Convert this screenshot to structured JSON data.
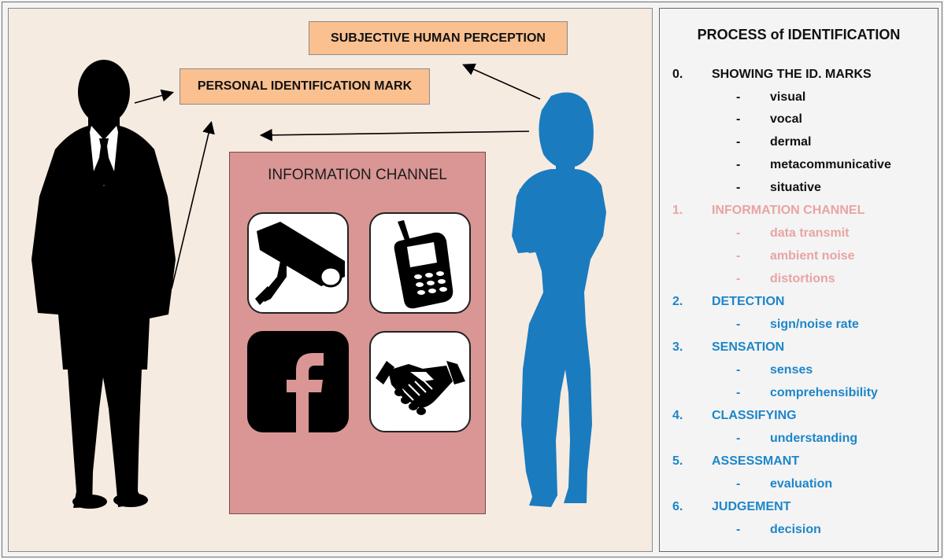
{
  "labels": {
    "subjective": "SUBJECTIVE HUMAN PERCEPTION",
    "personal_mark": "PERSONAL IDENTIFICATION MARK",
    "channel_title": "INFORMATION CHANNEL"
  },
  "icons": [
    "cctv-camera-icon",
    "mobile-phone-icon",
    "facebook-icon",
    "handshake-icon"
  ],
  "colors": {
    "panel_bg": "#f6ebe1",
    "label_fill": "#fac090",
    "channel_fill": "#d99694",
    "man": "#000000",
    "woman": "#1b7bbf",
    "step0": "#111111",
    "step1": "#e8a4a3",
    "steps_blue": "#1d86c9"
  },
  "process": {
    "title": "PROCESS of IDENTIFICATION",
    "steps": [
      {
        "num": "0.",
        "title": "SHOWING THE ID. MARKS",
        "items": [
          "visual",
          "vocal",
          "dermal",
          "metacommunicative",
          "situative"
        ]
      },
      {
        "num": "1.",
        "title": "INFORMATION CHANNEL",
        "items": [
          "data transmit",
          "ambient noise",
          "distortions"
        ]
      },
      {
        "num": "2.",
        "title": "DETECTION",
        "items": [
          "sign/noise rate"
        ]
      },
      {
        "num": "3.",
        "title": "SENSATION",
        "items": [
          "senses",
          "comprehensibility"
        ]
      },
      {
        "num": "4.",
        "title": "CLASSIFYING",
        "items": [
          "understanding"
        ]
      },
      {
        "num": "5.",
        "title": "ASSESSMANT",
        "items": [
          "evaluation"
        ]
      },
      {
        "num": "6.",
        "title": "JUDGEMENT",
        "items": [
          "decision"
        ]
      }
    ]
  }
}
